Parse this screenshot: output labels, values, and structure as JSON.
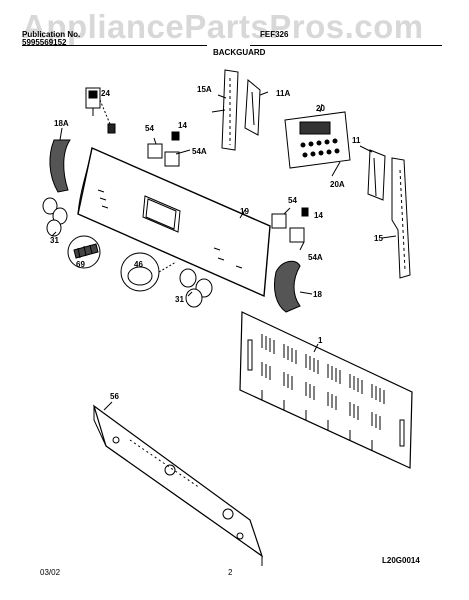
{
  "watermark": "AppliancePartsPros.com",
  "header": {
    "publication_label": "Publication No.",
    "publication_number": "5995569152",
    "model_fragment": "FEF326",
    "section_title": "BACKGUARD"
  },
  "callouts": {
    "c24": "24",
    "c18A": "18A",
    "c15A": "15A",
    "c11A": "11A",
    "c20": "20",
    "c54a": "54",
    "c14a": "14",
    "c54Aa": "54A",
    "c11": "11",
    "c20A": "20A",
    "c19": "19",
    "c54b": "54",
    "c14b": "14",
    "c54Ab": "54A",
    "c15": "15",
    "c31a": "31",
    "c69": "69",
    "c46": "46",
    "c31b": "31",
    "c18": "18",
    "c1": "1",
    "c56": "56"
  },
  "diagram_code": "L20G0014",
  "footer": {
    "date": "03/02",
    "page": "2"
  }
}
